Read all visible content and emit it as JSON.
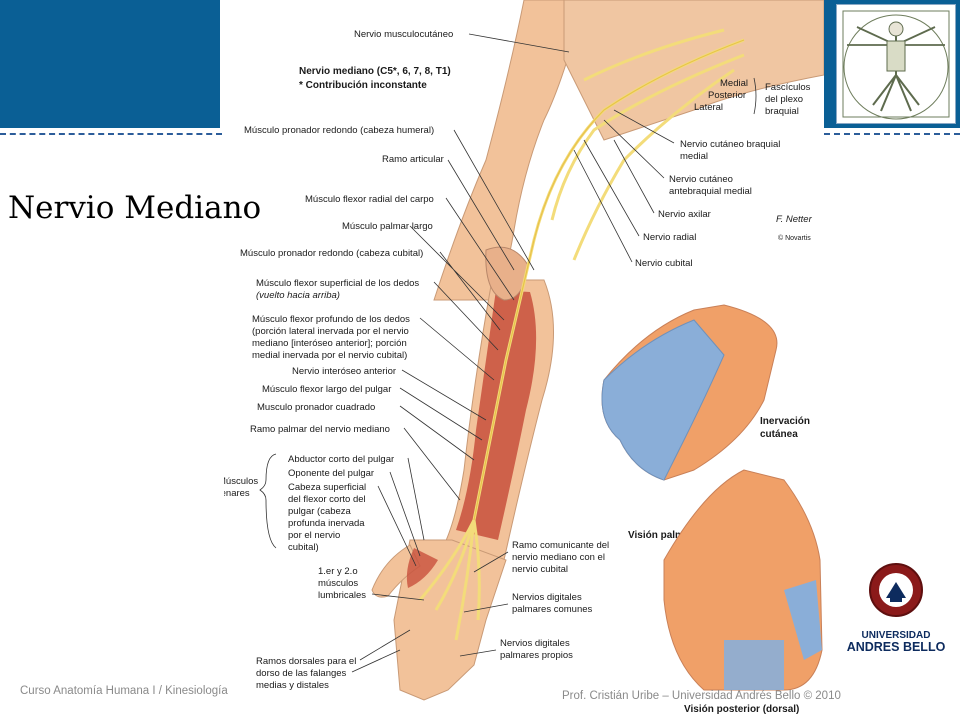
{
  "slide": {
    "title": "Nervio Mediano",
    "footer_left": "Curso Anatomía Humana I / Kinesiología",
    "footer_right": "Prof. Cristián Uribe – Universidad Andrés Bello  © 2010"
  },
  "university": {
    "name_line1": "UNIVERSIDAD",
    "name_line2": "ANDRES BELLO"
  },
  "illustration": {
    "header_nerve": "Nervio mediano (C5*, 6, 7, 8, T1)",
    "header_note": "* Contribución inconstante",
    "label_nervio_musculocutaneo": "Nervio musculocutáneo",
    "label_medial": "Medial",
    "label_posterior": "Posterior",
    "label_lateral": "Lateral",
    "label_fasciculos_1": "Fascículos",
    "label_fasciculos_2": "del plexo",
    "label_fasciculos_3": "braquial",
    "label_cutaneo_braquial_1": "Nervio cutáneo braquial",
    "label_cutaneo_braquial_2": "medial",
    "label_cutaneo_antebraquial_1": "Nervio cutáneo",
    "label_cutaneo_antebraquial_2": "antebraquial medial",
    "label_nervio_axilar": "Nervio axilar",
    "label_nervio_radial": "Nervio radial",
    "label_nervio_cubital": "Nervio cubital",
    "label_pronador_humeral": "Músculo pronador redondo (cabeza humeral)",
    "label_ramo_articular": "Ramo articular",
    "label_flexor_radial": "Músculo flexor radial del carpo",
    "label_palmar_largo": "Músculo palmar largo",
    "label_pronador_cubital": "Músculo pronador redondo (cabeza cubital)",
    "label_flexor_superficial_1": "Músculo flexor superficial de los dedos",
    "label_flexor_superficial_2": "(vuelto hacia arriba)",
    "label_flexor_profundo_1": "Músculo flexor profundo de los dedos",
    "label_flexor_profundo_2": "(porción lateral inervada por el nervio",
    "label_flexor_profundo_3": "mediano [interóseo anterior]; porción",
    "label_flexor_profundo_4": "medial inervada por el nervio cubital)",
    "label_interoseo_anterior": "Nervio interóseo anterior",
    "label_flexor_largo_pulgar": "Músculo flexor largo del pulgar",
    "label_pronador_cuadrado": "Musculo pronador cuadrado",
    "label_ramo_palmar": "Ramo palmar del nervio mediano",
    "label_musculos_tenares_1": "Músculos",
    "label_musculos_tenares_2": "tenares",
    "label_abductor_corto": "Abductor corto del pulgar",
    "label_oponente": "Oponente del pulgar",
    "label_cabeza_1": "Cabeza superficial",
    "label_cabeza_2": "del flexor corto del",
    "label_cabeza_3": "pulgar (cabeza",
    "label_cabeza_4": "profunda inervada",
    "label_cabeza_5": "por el nervio",
    "label_cabeza_6": "cubital)",
    "label_lumbricales_1": "1.er y 2.o",
    "label_lumbricales_2": "músculos",
    "label_lumbricales_3": "lumbricales",
    "label_ramos_dorsales_1": "Ramos dorsales para el",
    "label_ramos_dorsales_2": "dorso de las falanges",
    "label_ramos_dorsales_3": "medias y distales",
    "label_ramo_comunicante_1": "Ramo comunicante del",
    "label_ramo_comunicante_2": "nervio mediano con el",
    "label_ramo_comunicante_3": "nervio cubital",
    "label_digitales_comunes_1": "Nervios digitales",
    "label_digitales_comunes_2": "palmares comunes",
    "label_digitales_propios_1": "Nervios digitales",
    "label_digitales_propios_2": "palmares propios",
    "label_inervacion_1": "Inervación",
    "label_inervacion_2": "cutánea",
    "label_vision_palmar": "Visión palmar",
    "label_vision_posterior": "Visión posterior (dorsal)",
    "label_signature": "F. Netter",
    "label_novartis": "© Novartis"
  },
  "colors": {
    "brand_blue": "#0a5f95",
    "dash_blue": "#2c5d9a",
    "skin": "#f2c29a",
    "muscle": "#c8503c",
    "nerve": "#f3dc7a",
    "innervation_blue": "#8aaed8",
    "innervation_orange": "#f0a068"
  }
}
